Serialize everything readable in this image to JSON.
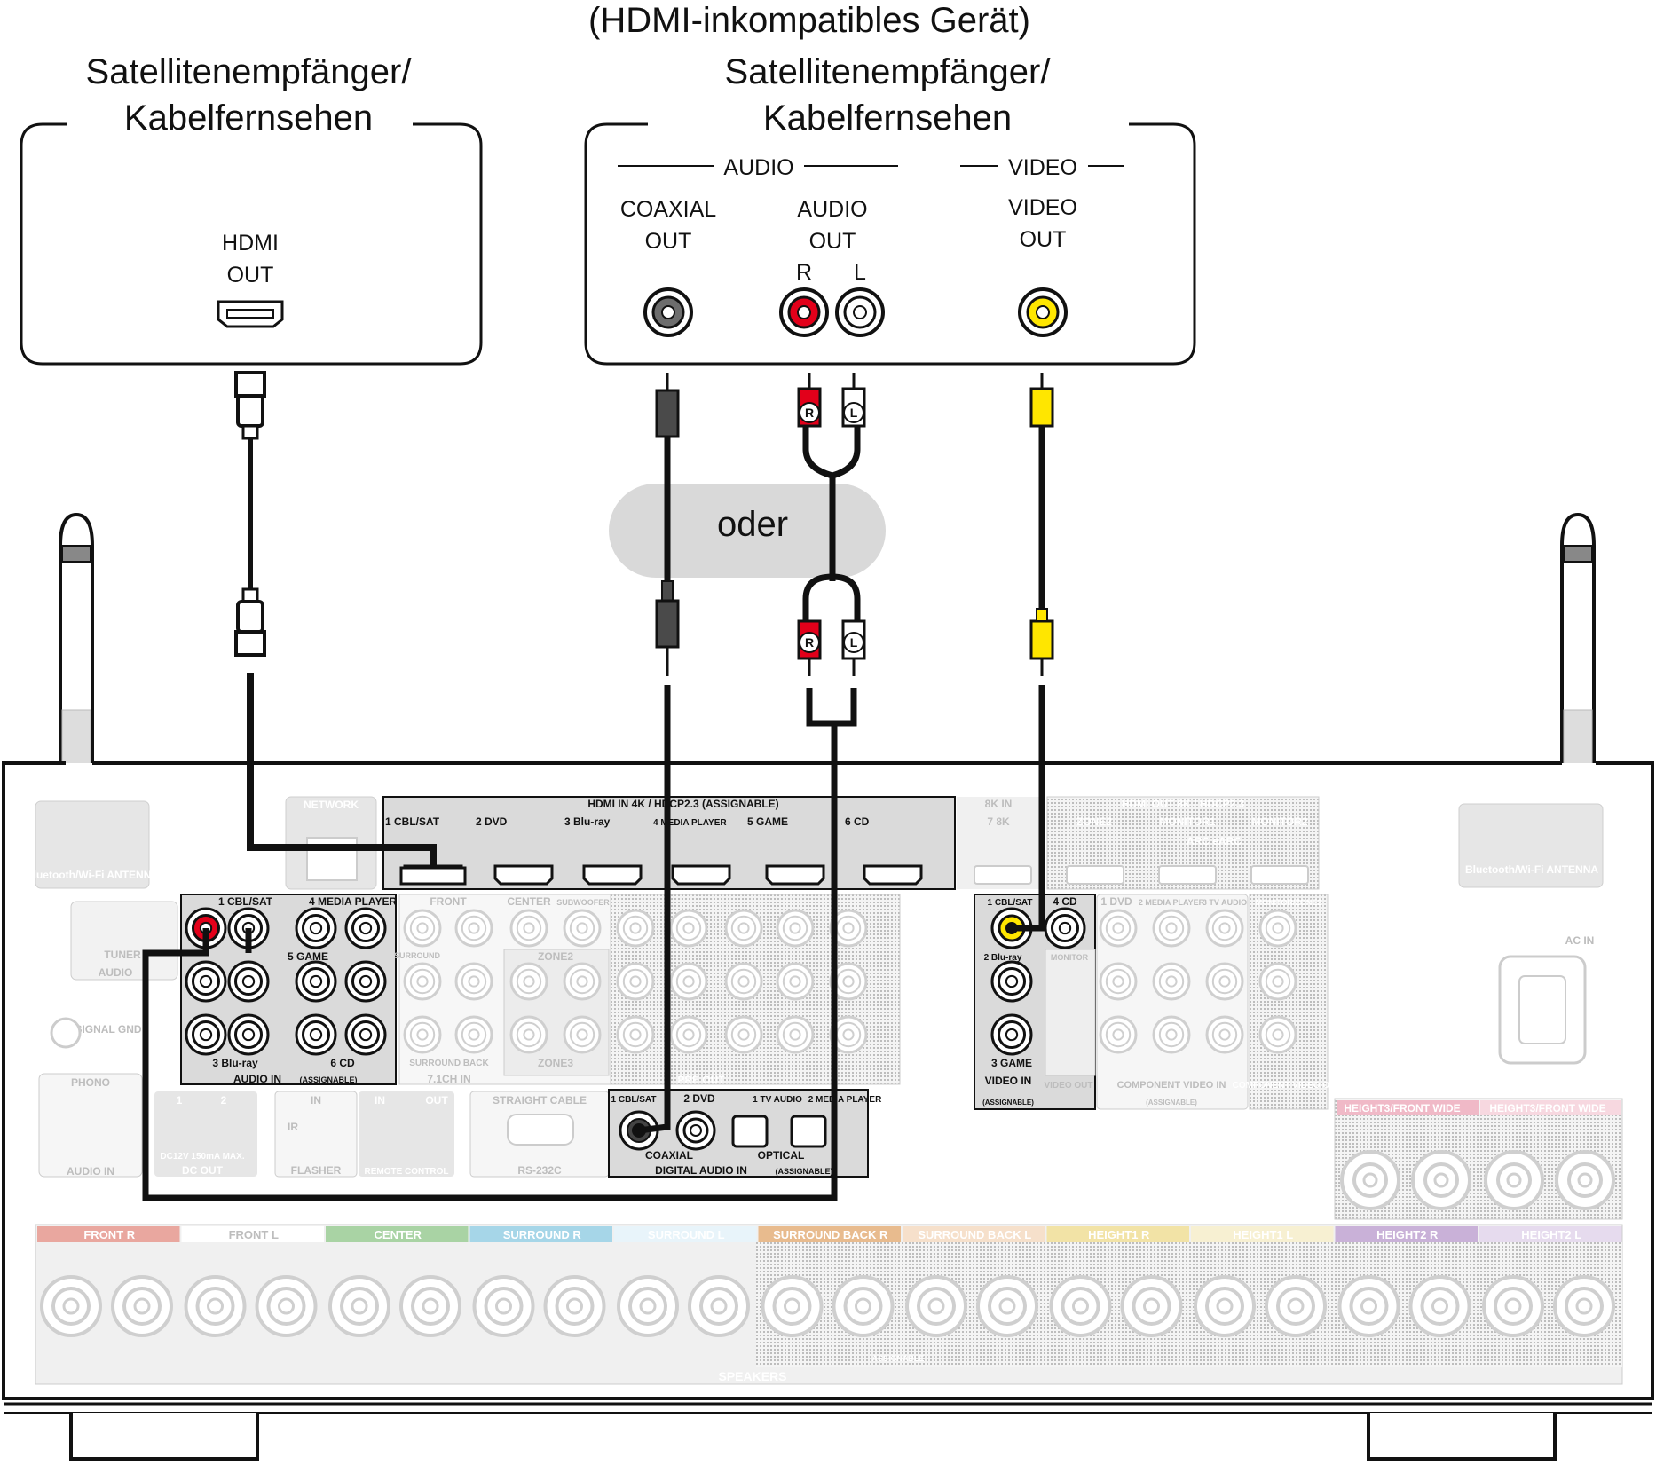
{
  "colors": {
    "cable": "#111111",
    "rca_red": "#e2001a",
    "rca_yellow": "#ffe600",
    "dim_gray": "#c8c8c8",
    "bubble": "#d9d9d9",
    "front_band": "#e9a79f",
    "center_band": "#a9d3a4",
    "surround_band": "#a6d6e8",
    "sback_band": "#e8bb8e",
    "height1_band": "#f2e3a6",
    "height2_band": "#c9b1d8",
    "height3_band": "#f0b9c7"
  },
  "left_device": {
    "title_line1": "Satellitenempfänger/",
    "title_line2": "Kabelfernsehen",
    "port_line1": "HDMI",
    "port_line2": "OUT",
    "icon": "hdmi-port-icon"
  },
  "right_device": {
    "note": "(HDMI-inkompatibles Gerät)",
    "title_line1": "Satellitenempfänger/",
    "title_line2": "Kabelfernsehen",
    "audio_header": "AUDIO",
    "video_header": "VIDEO",
    "coax_line1": "COAXIAL",
    "coax_line2": "OUT",
    "audio_line1": "AUDIO",
    "audio_line2": "OUT",
    "r_label": "R",
    "l_label": "L",
    "video_line1": "VIDEO",
    "video_line2": "OUT"
  },
  "oder_label": "oder",
  "plug_labels": {
    "r": "R",
    "l": "L"
  },
  "receiver": {
    "antenna_left": "Bluetooth/Wi-Fi ANTENNA",
    "antenna_right": "Bluetooth/Wi-Fi ANTENNA",
    "network": "NETWORK",
    "hdmi_in_header": "HDMI IN  4K / HDCP2.3  (ASSIGNABLE)",
    "hdmi_inputs": [
      "1 CBL/SAT",
      "2 DVD",
      "3 Blu-ray",
      "4 MEDIA PLAYER",
      "5 GAME",
      "6 CD"
    ],
    "hdmi_8k_in": "8K IN",
    "hdmi_8k_port": "7 8K",
    "hdmi_out_header": "HDMI OUT  8K / HDCP2.3",
    "hdmi_outs": [
      "ZONE2",
      "MONITOR1",
      "MONITOR2"
    ],
    "arc_label": "ARC eARC",
    "tuner": "TUNER",
    "audio": "AUDIO",
    "signal_gnd": "SIGNAL GND",
    "phono": "PHONO",
    "audio_in_small": "AUDIO IN",
    "audio_in_block": {
      "title": "AUDIO IN",
      "assignable": "(ASSIGNABLE)",
      "labels": [
        "1 CBL/SAT",
        "4 MEDIA PLAYER",
        "5 GAME",
        "3 Blu-ray",
        "6 CD"
      ]
    },
    "pre_out": {
      "front": "FRONT",
      "center": "CENTER",
      "subwoofer": "SUBWOOFER",
      "surround": "SURROUND",
      "surround_back": "SURROUND BACK",
      "zone2": "ZONE2",
      "zone3": "ZONE3",
      "ch71_in": "7.1CH IN",
      "pre_out": "PRE OUT"
    },
    "dc_out": {
      "title": "DC OUT",
      "spec": "DC12V 150mA MAX.",
      "ports": [
        "1",
        "2"
      ]
    },
    "flasher": {
      "title": "FLASHER",
      "in": "IN",
      "ir": "IR"
    },
    "remote": {
      "title": "REMOTE CONTROL",
      "in": "IN",
      "out": "OUT"
    },
    "rs232c": {
      "title": "RS-232C",
      "cable": "STRAIGHT CABLE"
    },
    "digital_in": {
      "title": "DIGITAL AUDIO IN",
      "assignable": "(ASSIGNABLE)",
      "coax_labels": [
        "1 CBL/SAT",
        "2 DVD"
      ],
      "opt_labels": [
        "1 TV AUDIO",
        "2 MEDIA PLAYER"
      ],
      "coaxial": "COAXIAL",
      "optical": "OPTICAL"
    },
    "video_in": {
      "title": "VIDEO IN",
      "assignable": "(ASSIGNABLE)",
      "labels": [
        "1 CBL/SAT",
        "4 CD",
        "2 Blu-ray",
        "3 GAME"
      ]
    },
    "video_out": "VIDEO OUT",
    "monitor": "MONITOR",
    "component_in": {
      "title": "COMPONENT VIDEO IN",
      "assignable": "(ASSIGNABLE)",
      "labels": [
        "1 DVD",
        "2 MEDIA PLAYER",
        "3 TV AUDIO"
      ]
    },
    "component_out": {
      "title": "COMPONENT VIDEO OUT",
      "monitor_zone": "MONITOR/ZONE2"
    },
    "ac_in": "AC IN",
    "height3_bands": [
      "HEIGHT3/FRONT WIDE",
      "HEIGHT3/FRONT WIDE"
    ],
    "speakers": {
      "title": "SPEAKERS",
      "assignable": "ASSIGNABLE",
      "bands": [
        "FRONT",
        "FRONT",
        "CENTER",
        "SURROUND",
        "SURROUND",
        "SURROUND BACK",
        "SURROUND BACK",
        "HEIGHT1",
        "HEIGHT1",
        "HEIGHT2",
        "HEIGHT2"
      ],
      "sides": [
        "R",
        "L",
        "",
        "R",
        "L",
        "R",
        "L",
        "R",
        "L",
        "R",
        "L"
      ]
    }
  }
}
